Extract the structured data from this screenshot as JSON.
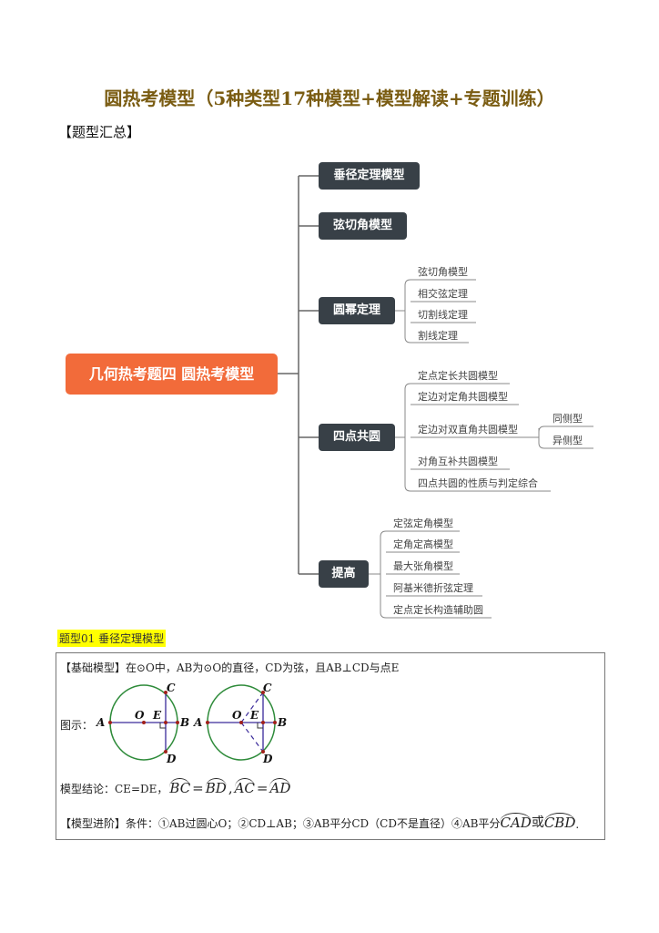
{
  "title": "圆热考模型（5种类型17种模型+模型解读+专题训练）",
  "summary_label": "【题型汇总】",
  "mindmap": {
    "root": "几何热考题四  圆热考模型",
    "branches": [
      {
        "label": "垂径定理模型"
      },
      {
        "label": "弦切角模型"
      },
      {
        "label": "圆幂定理",
        "leaves": [
          "弦切角模型",
          "相交弦定理",
          "切割线定理",
          "割线定理"
        ]
      },
      {
        "label": "四点共圆",
        "leaves": [
          "定点定长共圆模型",
          "定边对定角共圆模型",
          "定边对双直角共圆模型",
          "对角互补共圆模型",
          "四点共圆的性质与判定综合"
        ],
        "subleaves": [
          "同侧型",
          "异侧型"
        ]
      },
      {
        "label": "提高",
        "leaves": [
          "定弦定角模型",
          "定角定高模型",
          "最大张角模型",
          "阿基米德折弦定理",
          "定点定长构造辅助圆"
        ]
      }
    ]
  },
  "section": {
    "tag": "题型01 垂径定理模型",
    "basic": "【基础模型】在⊙O中，AB为⊙O的直径，CD为弦，且AB⊥CD与点E",
    "figure_label": "图示：",
    "points": {
      "A": "A",
      "B": "B",
      "C": "C",
      "D": "D",
      "O": "O",
      "E": "E"
    },
    "conclusion_label": "模型结论：CE=DE，",
    "arcs": [
      "BC",
      "=",
      "BD",
      ",",
      "AC",
      "=",
      "AD"
    ],
    "advanced": "【模型进阶】条件：①AB过圆心O；②CD⊥AB；③AB平分CD（CD不是直径）④AB平分",
    "adv_arc1": "CAD",
    "adv_or": "或",
    "adv_arc2": "CBD",
    "adv_end": "."
  },
  "colors": {
    "root": "#f26b3a",
    "branch": "#384047",
    "title": "#7a5c12",
    "circle": "#2e8b3a",
    "line": "#3a2a9a",
    "point": "#a0201a"
  }
}
